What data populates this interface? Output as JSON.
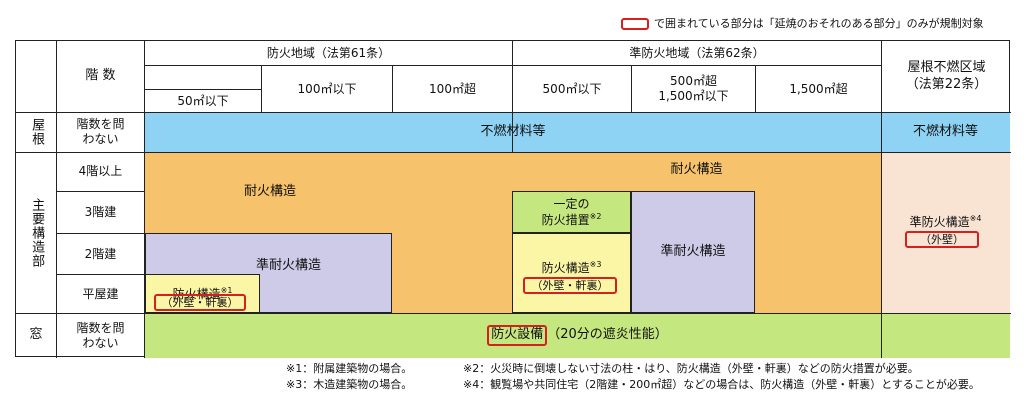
{
  "legend": {
    "text": "で囲まれている部分は「延焼のおそれのある部分」のみが規制対象"
  },
  "header": {
    "floors": "階 数",
    "fire_zone": "防火地域（法第61条）",
    "semi_fire_zone": "準防火地域（法第62条）",
    "roof_zone_line1": "屋根不燃区域",
    "roof_zone_line2": "（法第22条）",
    "fz_50": "50㎡以下",
    "fz_100le": "100㎡以下",
    "fz_100gt": "100㎡超",
    "sz_500le": "500㎡以下",
    "sz_500gt_line1": "500㎡超",
    "sz_500gt_line2": "1,500㎡以下",
    "sz_1500gt": "1,500㎡超"
  },
  "rows": {
    "roof_label": "屋根",
    "roof_floor": "階数を問わない",
    "main_label": "主要構造部",
    "f4": "4階以上",
    "f3": "3階建",
    "f2": "2階建",
    "f1": "平屋建",
    "window_label": "窓",
    "window_floor": "階数を問わない"
  },
  "cells": {
    "roof_main": "不燃材料等",
    "roof_22": "不燃材料等",
    "taika_fz": "耐火構造",
    "taika_sz": "耐火構造",
    "jun_taika_fz": "準耐火構造",
    "jun_taika_sz": "準耐火構造",
    "bouka_fz": "防火構造",
    "bouka_fz_mark": "※1",
    "bouka_fz_sub": "（外壁・軒裏）",
    "ittei_line1": "一定の",
    "ittei_line2": "防火措置",
    "ittei_mark": "※2",
    "bouka_sz": "防火構造",
    "bouka_sz_mark": "※3",
    "bouka_sz_sub": "（外壁・軒裏）",
    "jun_bouka_22": "準防火構造",
    "jun_bouka_22_mark": "※4",
    "jun_bouka_22_sub": "（外壁）",
    "window_main": "防火設備",
    "window_sub": "（20分の遮炎性能）"
  },
  "notes": {
    "n1": "※1：附属建築物の場合。",
    "n2": "※2：火災時に倒壊しない寸法の柱・はり、防火構造（外壁・軒裏）などの防火措置が必要。",
    "n3": "※3：木造建築物の場合。",
    "n4": "※4：観覧場や共同住宅（2階建・200㎡超）などの場合は、防火構造（外壁・軒裏）とすることが必要。"
  },
  "colors": {
    "blue": "#8fd3f4",
    "orange": "#f6c26b",
    "lavender": "#cdcbe8",
    "yellow": "#fbf6a6",
    "green": "#c5e77f",
    "peach": "#f9e4d4",
    "red": "#d62020"
  }
}
